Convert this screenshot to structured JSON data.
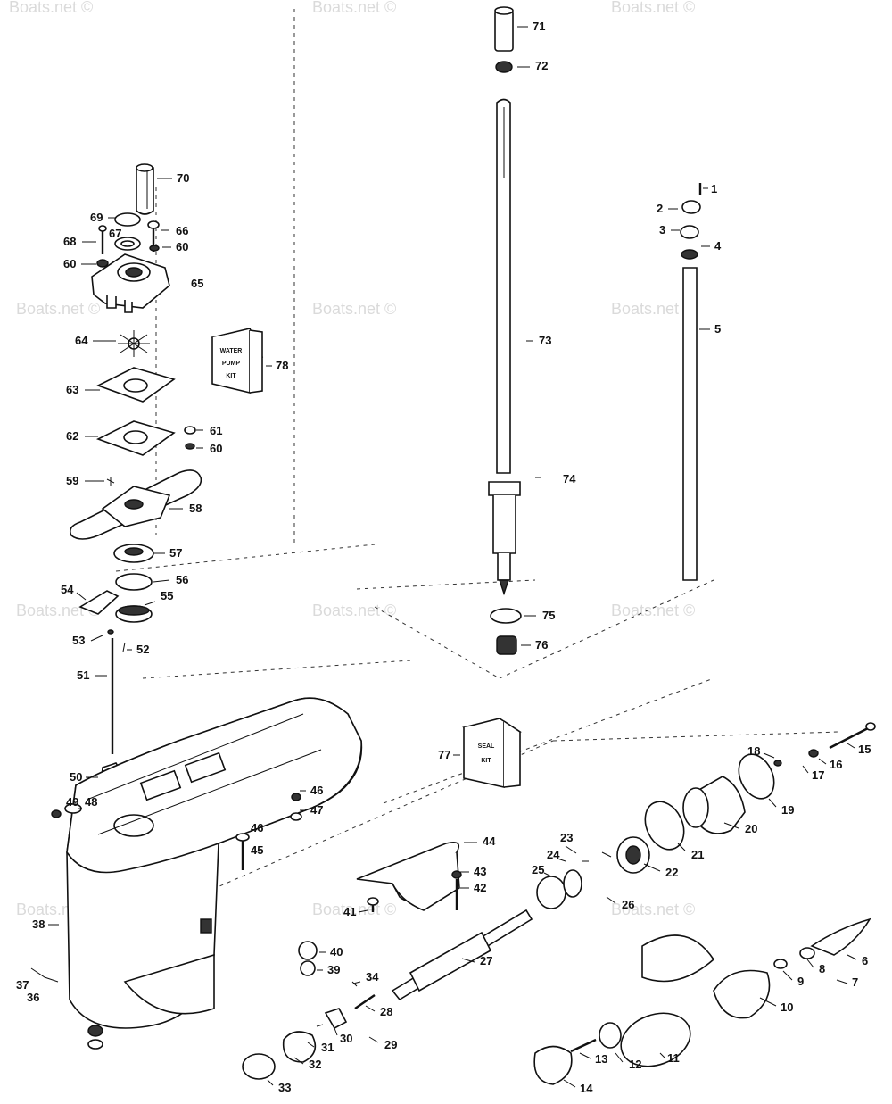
{
  "watermark": "Boats.net ©",
  "kits": {
    "water_pump": [
      "WATER",
      "PUMP",
      "KIT"
    ],
    "seal": [
      "SEAL",
      "KIT"
    ]
  },
  "labels": [
    "1",
    "2",
    "3",
    "4",
    "5",
    "6",
    "7",
    "8",
    "9",
    "10",
    "11",
    "12",
    "13",
    "14",
    "15",
    "16",
    "17",
    "18",
    "19",
    "20",
    "21",
    "22",
    "23",
    "24",
    "25",
    "26",
    "27",
    "28",
    "29",
    "30",
    "31",
    "32",
    "33",
    "34",
    "36",
    "37",
    "38",
    "39",
    "40",
    "41",
    "42",
    "43",
    "44",
    "45",
    "46",
    "46",
    "47",
    "48",
    "49",
    "50",
    "51",
    "52",
    "53",
    "54",
    "55",
    "56",
    "57",
    "58",
    "59",
    "60",
    "60",
    "60",
    "61",
    "62",
    "63",
    "64",
    "65",
    "66",
    "67",
    "68",
    "69",
    "70",
    "71",
    "72",
    "73",
    "74",
    "75",
    "76",
    "77",
    "78"
  ]
}
